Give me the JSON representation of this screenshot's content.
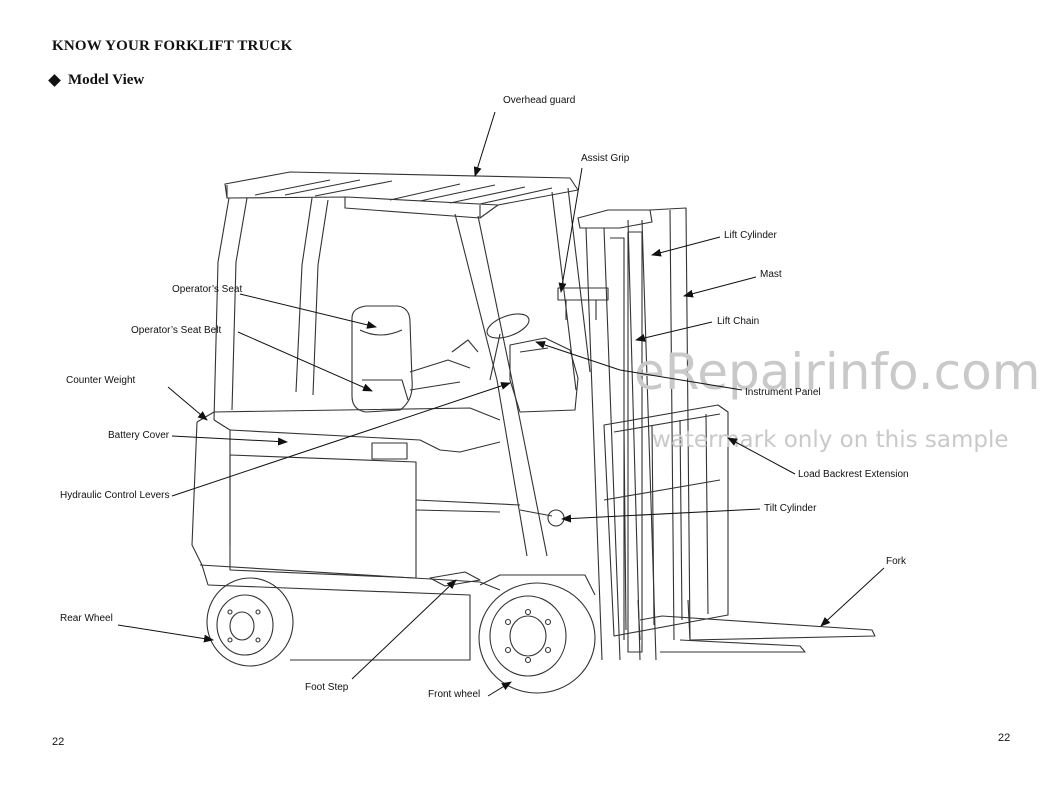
{
  "page": {
    "heading": "KNOW YOUR FORKLIFT TRUCK",
    "subheading": "Model View",
    "page_number_left": "22",
    "page_number_right": "22"
  },
  "watermark": {
    "line1": "eRepairinfo.com",
    "line2": "watermark only on this sample"
  },
  "labels": {
    "overhead_guard": "Overhead guard",
    "assist_grip": "Assist Grip",
    "lift_cylinder": "Lift Cylinder",
    "mast": "Mast",
    "lift_chain": "Lift Chain",
    "operators_seat": "Operator’s Seat",
    "operators_seat_belt": "Operator’s Seat Belt",
    "counter_weight": "Counter Weight",
    "battery_cover": "Battery Cover",
    "hydraulic_control_levers": "Hydraulic Control Levers",
    "instrument_panel": "Instrument Panel",
    "load_backrest_extension": "Load Backrest Extension",
    "tilt_cylinder": "Tilt Cylinder",
    "fork": "Fork",
    "rear_wheel": "Rear Wheel",
    "foot_step": "Foot Step",
    "front_wheel": "Front wheel"
  }
}
